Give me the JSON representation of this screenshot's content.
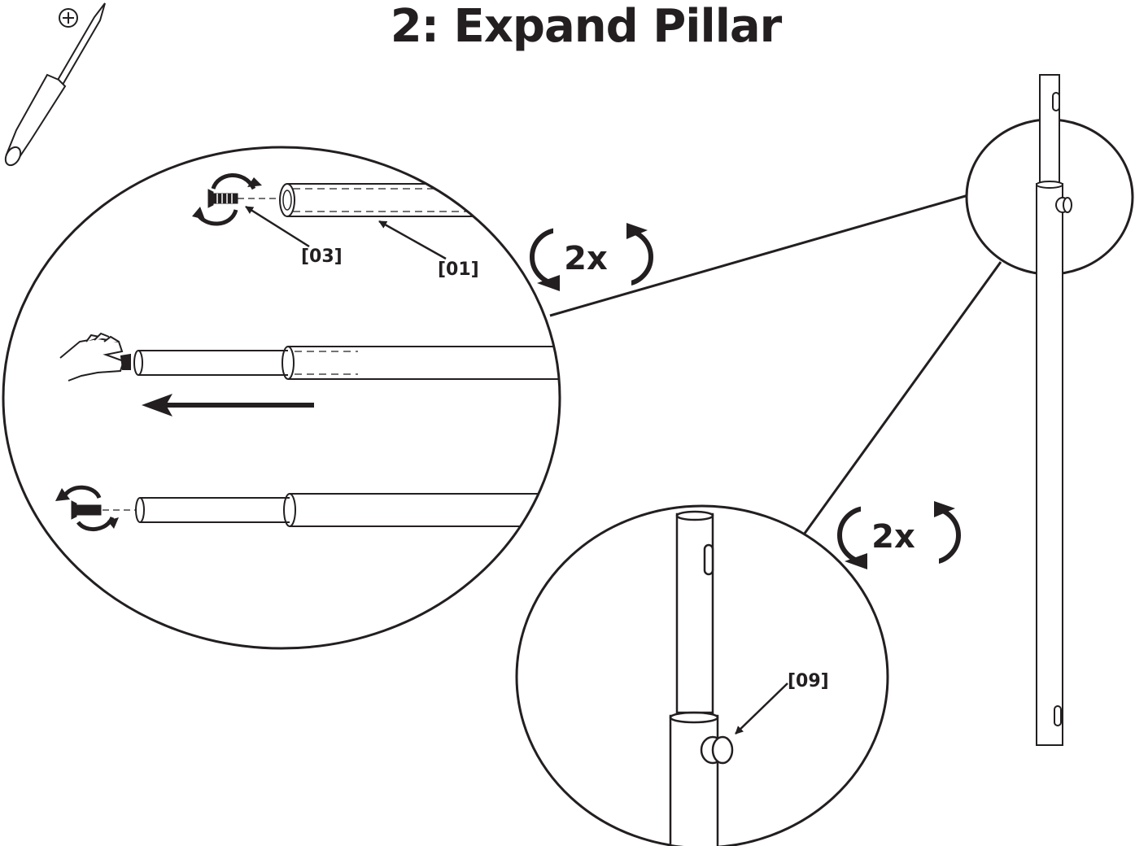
{
  "title": "2: Expand Pillar",
  "tools": [
    {
      "name": "phillips-screwdriver-icon"
    }
  ],
  "repeat_badges": [
    {
      "label": "2x"
    },
    {
      "label": "2x"
    }
  ],
  "part_labels": {
    "bolt": "[03]",
    "tube": "[01]",
    "knob": "[09]"
  },
  "colors": {
    "ink": "#231f20",
    "background": "#ffffff"
  }
}
